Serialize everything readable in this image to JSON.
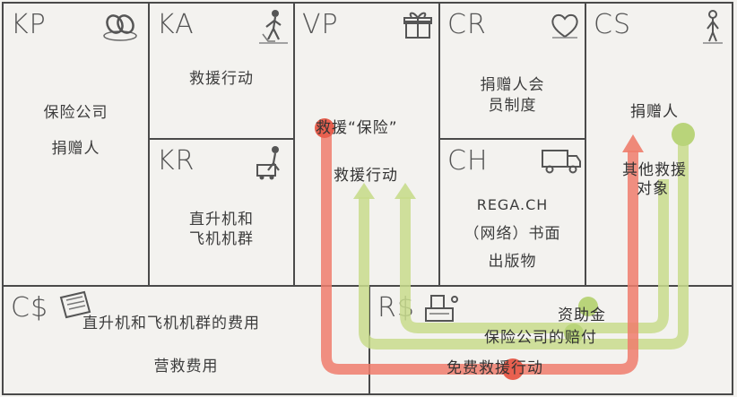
{
  "blocks": {
    "kp": {
      "code": "KP",
      "lines": [
        "保险公司",
        "捐赠人"
      ]
    },
    "ka": {
      "code": "KA",
      "lines": [
        "救援行动"
      ]
    },
    "kr": {
      "code": "KR",
      "lines": [
        "直升机和",
        "飞机机群"
      ]
    },
    "vp": {
      "code": "VP",
      "lines": [
        "救援“保险”",
        "救援行动"
      ]
    },
    "cr": {
      "code": "CR",
      "lines": [
        "捐赠人会",
        "员制度"
      ]
    },
    "ch": {
      "code": "CH",
      "lines": [
        "REGA.CH",
        "（网络）书面",
        "出版物"
      ]
    },
    "cs": {
      "code": "CS",
      "lines": [
        "捐赠人",
        "其他救援",
        "对象"
      ]
    },
    "cost": {
      "code": "C$",
      "lines": [
        "直升机和飞机机群的费用",
        "营救费用"
      ]
    },
    "rev": {
      "code": "R$",
      "lines": [
        "资助金",
        "保险公司的赔付",
        "免费救援行动"
      ]
    }
  },
  "colors": {
    "red_flow": "#ee7d6c",
    "green_flow": "#c8dc8c",
    "red_dot": "#e8604f",
    "green_dot": "#b9d47a",
    "grid": "#4a4a4a"
  },
  "icons": {
    "kp": "chain-link-icon",
    "ka": "worker-icon",
    "kr": "worker-at-machine-icon",
    "vp": "gift-icon",
    "cr": "heart-icon",
    "ch": "truck-icon",
    "cs": "person-icon",
    "cost": "receipt-icon",
    "rev": "cash-register-icon"
  }
}
